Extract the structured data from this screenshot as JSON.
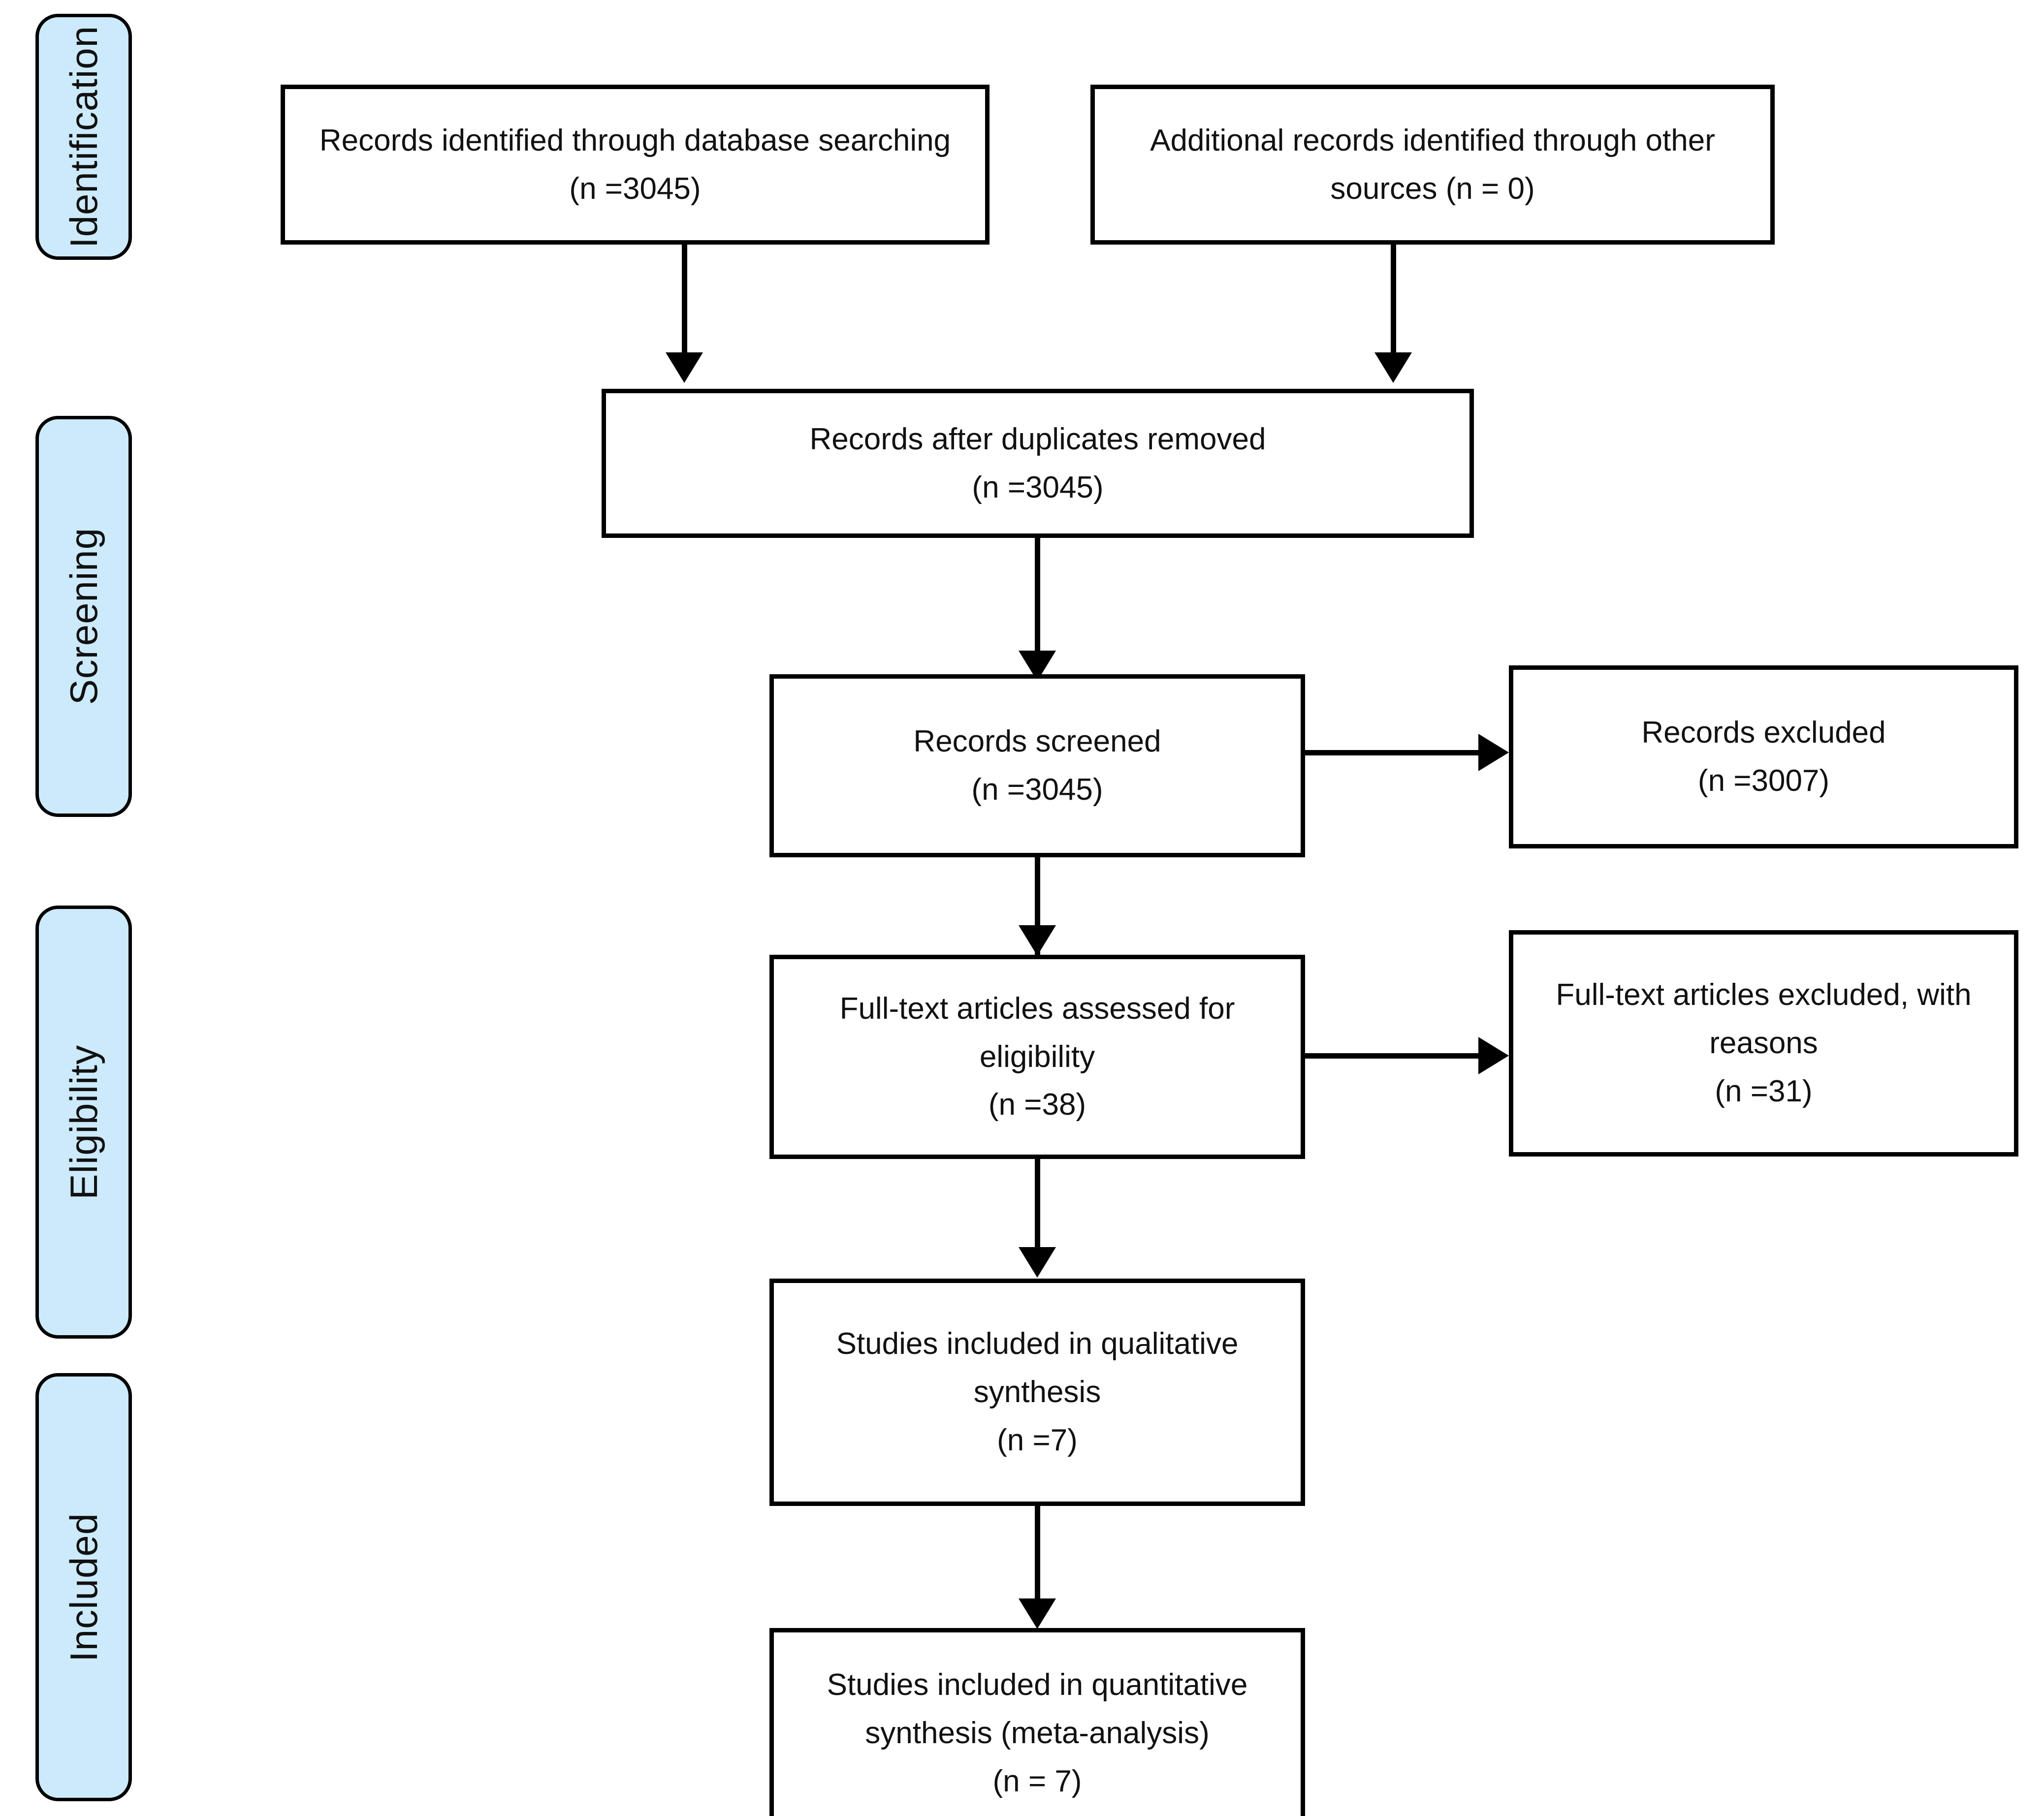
{
  "figure": {
    "type": "prisma-flow-diagram",
    "accent_color": "#cceafc",
    "line_color": "#000000",
    "background": "#ffffff"
  },
  "stages": [
    {
      "label": "Identification"
    },
    {
      "label": "Screening"
    },
    {
      "label": "Eligibility"
    },
    {
      "label": "Included"
    }
  ],
  "boxes": {
    "database_search": {
      "line1": "Records identified through database searching",
      "line2": "(n =3045)"
    },
    "other_sources": {
      "line1": "Additional records identified through other",
      "line2": "sources (n = 0)"
    },
    "after_duplicates": {
      "line1": "Records after duplicates removed",
      "line2": "(n =3045)"
    },
    "records_screened": {
      "line1": "Records screened",
      "line2": "(n =3045)"
    },
    "records_excluded": {
      "line1": "Records excluded",
      "line2": "(n =3007)"
    },
    "fulltext_assessed": {
      "line1": "Full-text articles assessed for",
      "line2": "eligibility",
      "line3": "(n =38)"
    },
    "fulltext_excluded": {
      "line1": "Full-text articles excluded, with",
      "line2": "reasons",
      "line3": "(n =31)"
    },
    "qualitative": {
      "line1": "Studies included in qualitative",
      "line2": "synthesis",
      "line3": "(n =7)"
    },
    "quantitative": {
      "line1": "Studies included in quantitative",
      "line2": "synthesis (meta-analysis)",
      "line3": "(n = 7)"
    }
  },
  "counts": {
    "identified_database": 3045,
    "identified_other_sources": 0,
    "after_duplicates_removed": 3045,
    "records_screened": 3045,
    "records_excluded": 3007,
    "fulltext_assessed": 38,
    "fulltext_excluded": 31,
    "qualitative_synthesis": 7,
    "quantitative_synthesis": 7
  }
}
